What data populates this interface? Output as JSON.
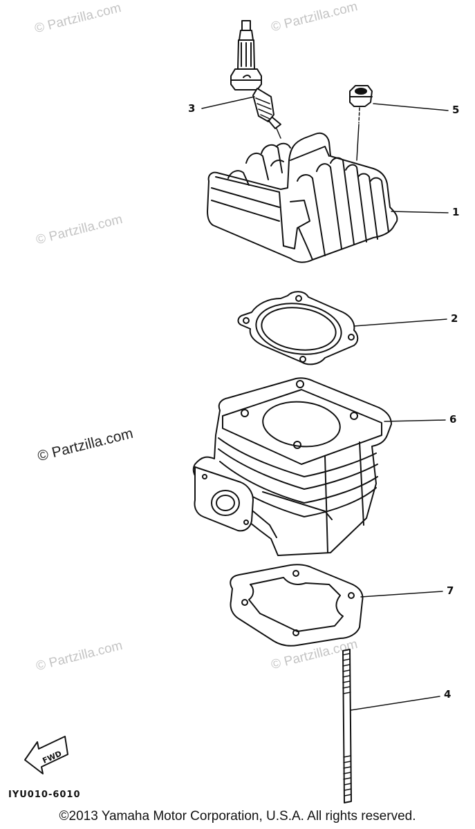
{
  "diagram": {
    "callouts": {
      "c1": "1",
      "c2": "2",
      "c3": "3",
      "c4": "4",
      "c5": "5",
      "c6": "6",
      "c7": "7"
    },
    "fwd_label": "FWD",
    "catalog_code": "IYU010-6010",
    "copyright": "©2013 Yamaha Motor Corporation, U.S.A. All rights reserved."
  },
  "watermark": {
    "text": "© Partzilla.com",
    "color": "#c4c4c4"
  },
  "parts": [
    {
      "ref": "1",
      "icon": "cylinder-head-icon"
    },
    {
      "ref": "2",
      "icon": "head-gasket-icon"
    },
    {
      "ref": "3",
      "icon": "spark-plug-icon"
    },
    {
      "ref": "4",
      "icon": "stud-bolt-icon"
    },
    {
      "ref": "5",
      "icon": "nut-icon"
    },
    {
      "ref": "6",
      "icon": "cylinder-icon"
    },
    {
      "ref": "7",
      "icon": "base-gasket-icon"
    }
  ]
}
